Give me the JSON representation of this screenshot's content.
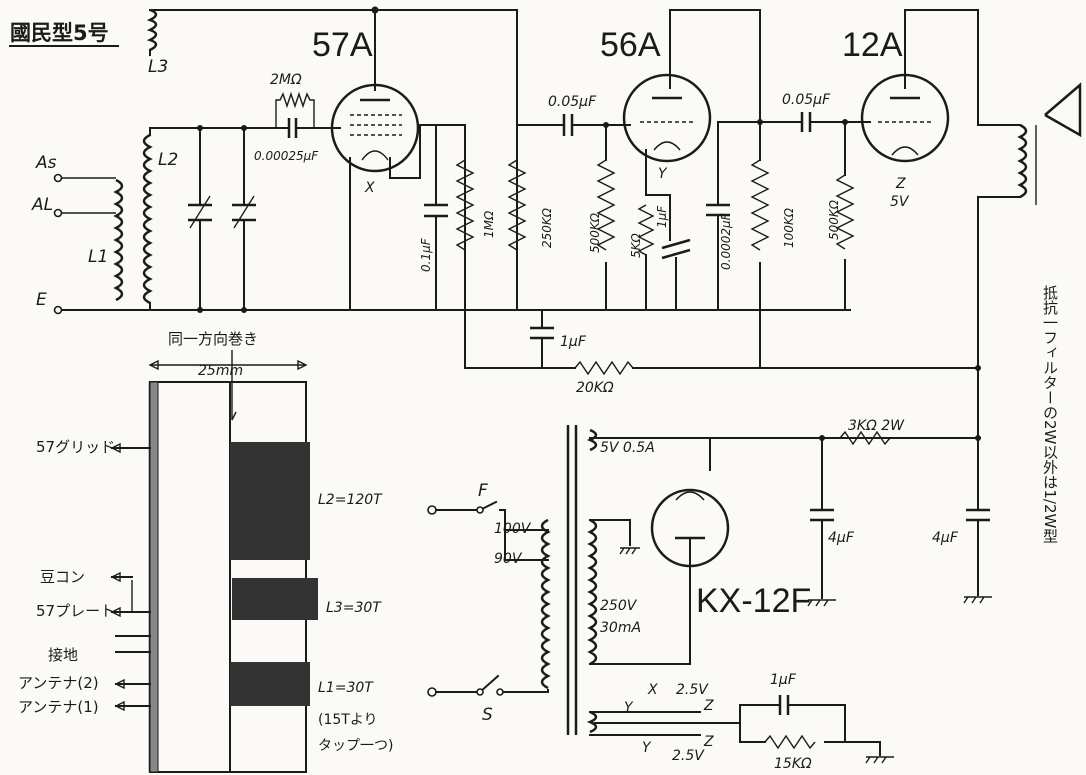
{
  "title": "國民型5号",
  "tubes": {
    "t57": "57A",
    "t56": "56A",
    "t12": "12A",
    "rect": "KX-12F"
  },
  "coils": {
    "l1": "L1",
    "l2": "L2",
    "l3": "L3"
  },
  "terminals": {
    "as": "As",
    "al": "AL",
    "e": "E"
  },
  "heaters": {
    "x": "X",
    "y": "Y",
    "z": "Z",
    "zv": "5V"
  },
  "components": {
    "c_grid": "0.00025μF",
    "r_grid": "2MΩ",
    "c_057": "0.1μF",
    "r_1m": "1MΩ",
    "r_250k": "250KΩ",
    "c_005a": "0.05μF",
    "r_500k_a": "500KΩ",
    "r_5k": "5KΩ",
    "c_1uf_k": "1μF",
    "c_0002": "0.0002μF",
    "r_100k": "100KΩ",
    "c_005b": "0.05μF",
    "r_500k_b": "500KΩ",
    "c_1uf_b": "1μF",
    "r_20k": "20KΩ",
    "r_3k": "3KΩ 2W",
    "c_4uf_a": "4μF",
    "c_4uf_b": "4μF",
    "c_1uf_h": "1μF",
    "r_15k": "15KΩ"
  },
  "transformer": {
    "fil": "5V 0.5A",
    "f": "F",
    "v100": "100V",
    "v90": "90V",
    "hv1": "250V",
    "hv2": "30mA",
    "s": "S",
    "hx": "X",
    "hy": "Y",
    "hz1": "Z",
    "hz2": "Z",
    "hy2": "Y",
    "v25a": "2.5V",
    "v25b": "2.5V"
  },
  "side_note": "抵抗一フィルターの2W以外は1/2W型",
  "coil_detail": {
    "header": "同一方向巻き",
    "width": "25mm",
    "l2": "L2=120T",
    "l3": "L3=30T",
    "l1": "L1=30T",
    "tap1": "(15Tより",
    "tap2": "タップ一つ)",
    "leads": [
      "57グリッド",
      "豆コン",
      "57プレート",
      "接地",
      "アンテナ(2)",
      "アンテナ(1)"
    ]
  }
}
